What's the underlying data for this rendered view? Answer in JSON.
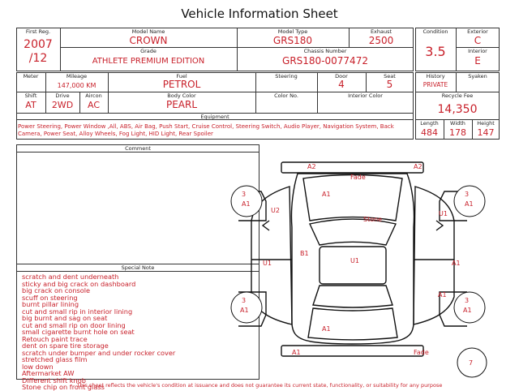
{
  "title": "Vehicle Information Sheet",
  "header": {
    "first_reg_label": "First Reg.",
    "first_reg_year": "2007",
    "first_reg_month": "/12",
    "model_name_label": "Model Name",
    "model_name": "CROWN",
    "model_type_label": "Model Type",
    "model_type": "GRS180",
    "exhaust_label": "Exhaust",
    "exhaust": "2500",
    "grade_label": "Grade",
    "grade": "ATHLETE PREMIUM EDITION",
    "chassis_label": "Chassis Number",
    "chassis": "GRS180-0077472",
    "condition_label": "Condition",
    "condition": "3.5",
    "exterior_label": "Exterior",
    "exterior": "C",
    "interior_label": "Interior",
    "interior": "E"
  },
  "row2": {
    "meter_label": "Meter",
    "mileage_label": "Mileage",
    "mileage": "147,000 KM",
    "fuel_label": "Fuel",
    "fuel": "PETROL",
    "steering_label": "Steering",
    "steering": "",
    "door_label": "Door",
    "door": "4",
    "seat_label": "Seat",
    "seat": "5",
    "history_label": "History",
    "history": "PRIVATE",
    "syaken_label": "Syaken",
    "syaken": ""
  },
  "row3": {
    "shift_label": "Shift",
    "shift": "AT",
    "drive_label": "Drive",
    "drive": "2WD",
    "aircon_label": "Aircon",
    "aircon": "AC",
    "body_color_label": "Body Color",
    "body_color": "PEARL",
    "color_no_label": "Color No.",
    "interior_color_label": "Interior Color",
    "recycle_label": "Recycle Fee",
    "recycle_fee": "14,350"
  },
  "equipment": {
    "label": "Equipment",
    "text": "Power Steering, Power Window ,All, ABS, Air Bag, Push Start, Cruise Control, Steering Switch, Audio Player, Navigation System, Back Camera, Power Seat, Alloy Wheels, Fog Light, HID Light, Rear Spoiler"
  },
  "dimensions": {
    "length_label": "Length",
    "length": "484",
    "width_label": "Width",
    "width": "178",
    "height_label": "Height",
    "height": "147"
  },
  "comment_label": "Comment",
  "special_note_label": "Special Note",
  "special_notes": [
    "scratch and dent underneath",
    "sticky and big crack on dashboard",
    "big crack on console",
    "scuff on steering",
    "burnt pillar lining",
    "cut and small rip in interior lining",
    "big burnt and sag on seat",
    "cut and small rip on door lining",
    "small cigarette burnt hole on seat",
    "Retouch paint trace",
    "dent on spare tire storage",
    "scratch under bumper and under rocker cover",
    "stretched glass film",
    "low down",
    "Aftermarket AW",
    "Different shift knob",
    "Stone chip on front glass"
  ],
  "damage_map": {
    "a2_left": "A2",
    "a2_right": "A2",
    "fade_front": "Fade",
    "a1_hood": "A1",
    "fl_circle": "3",
    "fl_a1": "A1",
    "fr_circle": "3",
    "fr_a1": "A1",
    "u2": "U2",
    "stone": "Stone",
    "u1_right_upper": "U1",
    "b1": "B1",
    "u1_roof": "U1",
    "u1_left_door": "U1",
    "a1_right_door": "A1",
    "a1_rear_right": "A1",
    "rl_circle": "3",
    "rl_a1": "A1",
    "rr_circle": "3",
    "rr_a1": "A1",
    "a1_trunk": "A1",
    "a1_rear": "A1",
    "fade_rear": "Fade",
    "circle_7": "7"
  },
  "disclaimer": "This sheet reflects the vehicle's condition at issuance and does not guarantee its current state, functionality, or suitability for any purpose"
}
